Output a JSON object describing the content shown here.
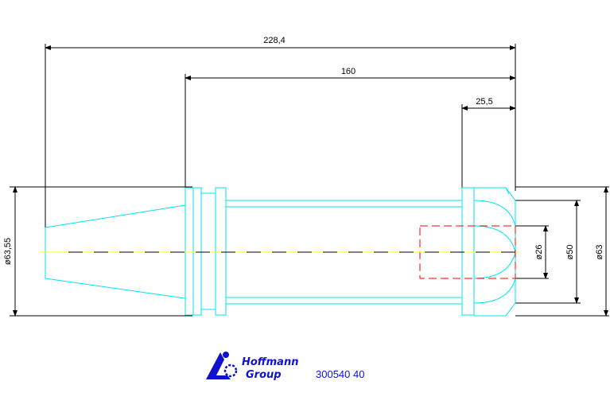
{
  "dimensions": {
    "overall_length": "228,4",
    "taper_to_end": "160",
    "end_section": "25,5",
    "taper_diameter": "ø63,55",
    "bore_diameter": "ø26",
    "nose_diameter": "ø50",
    "collar_diameter": "ø63"
  },
  "logo": {
    "line1": "Hoffmann",
    "line2": "Group"
  },
  "part_number": "300540 40",
  "colors": {
    "outline": "#00e5ee",
    "centerline": "#ffff00",
    "hidden": "#ff0000",
    "dimension": "#000000",
    "brand": "#1010d0"
  }
}
